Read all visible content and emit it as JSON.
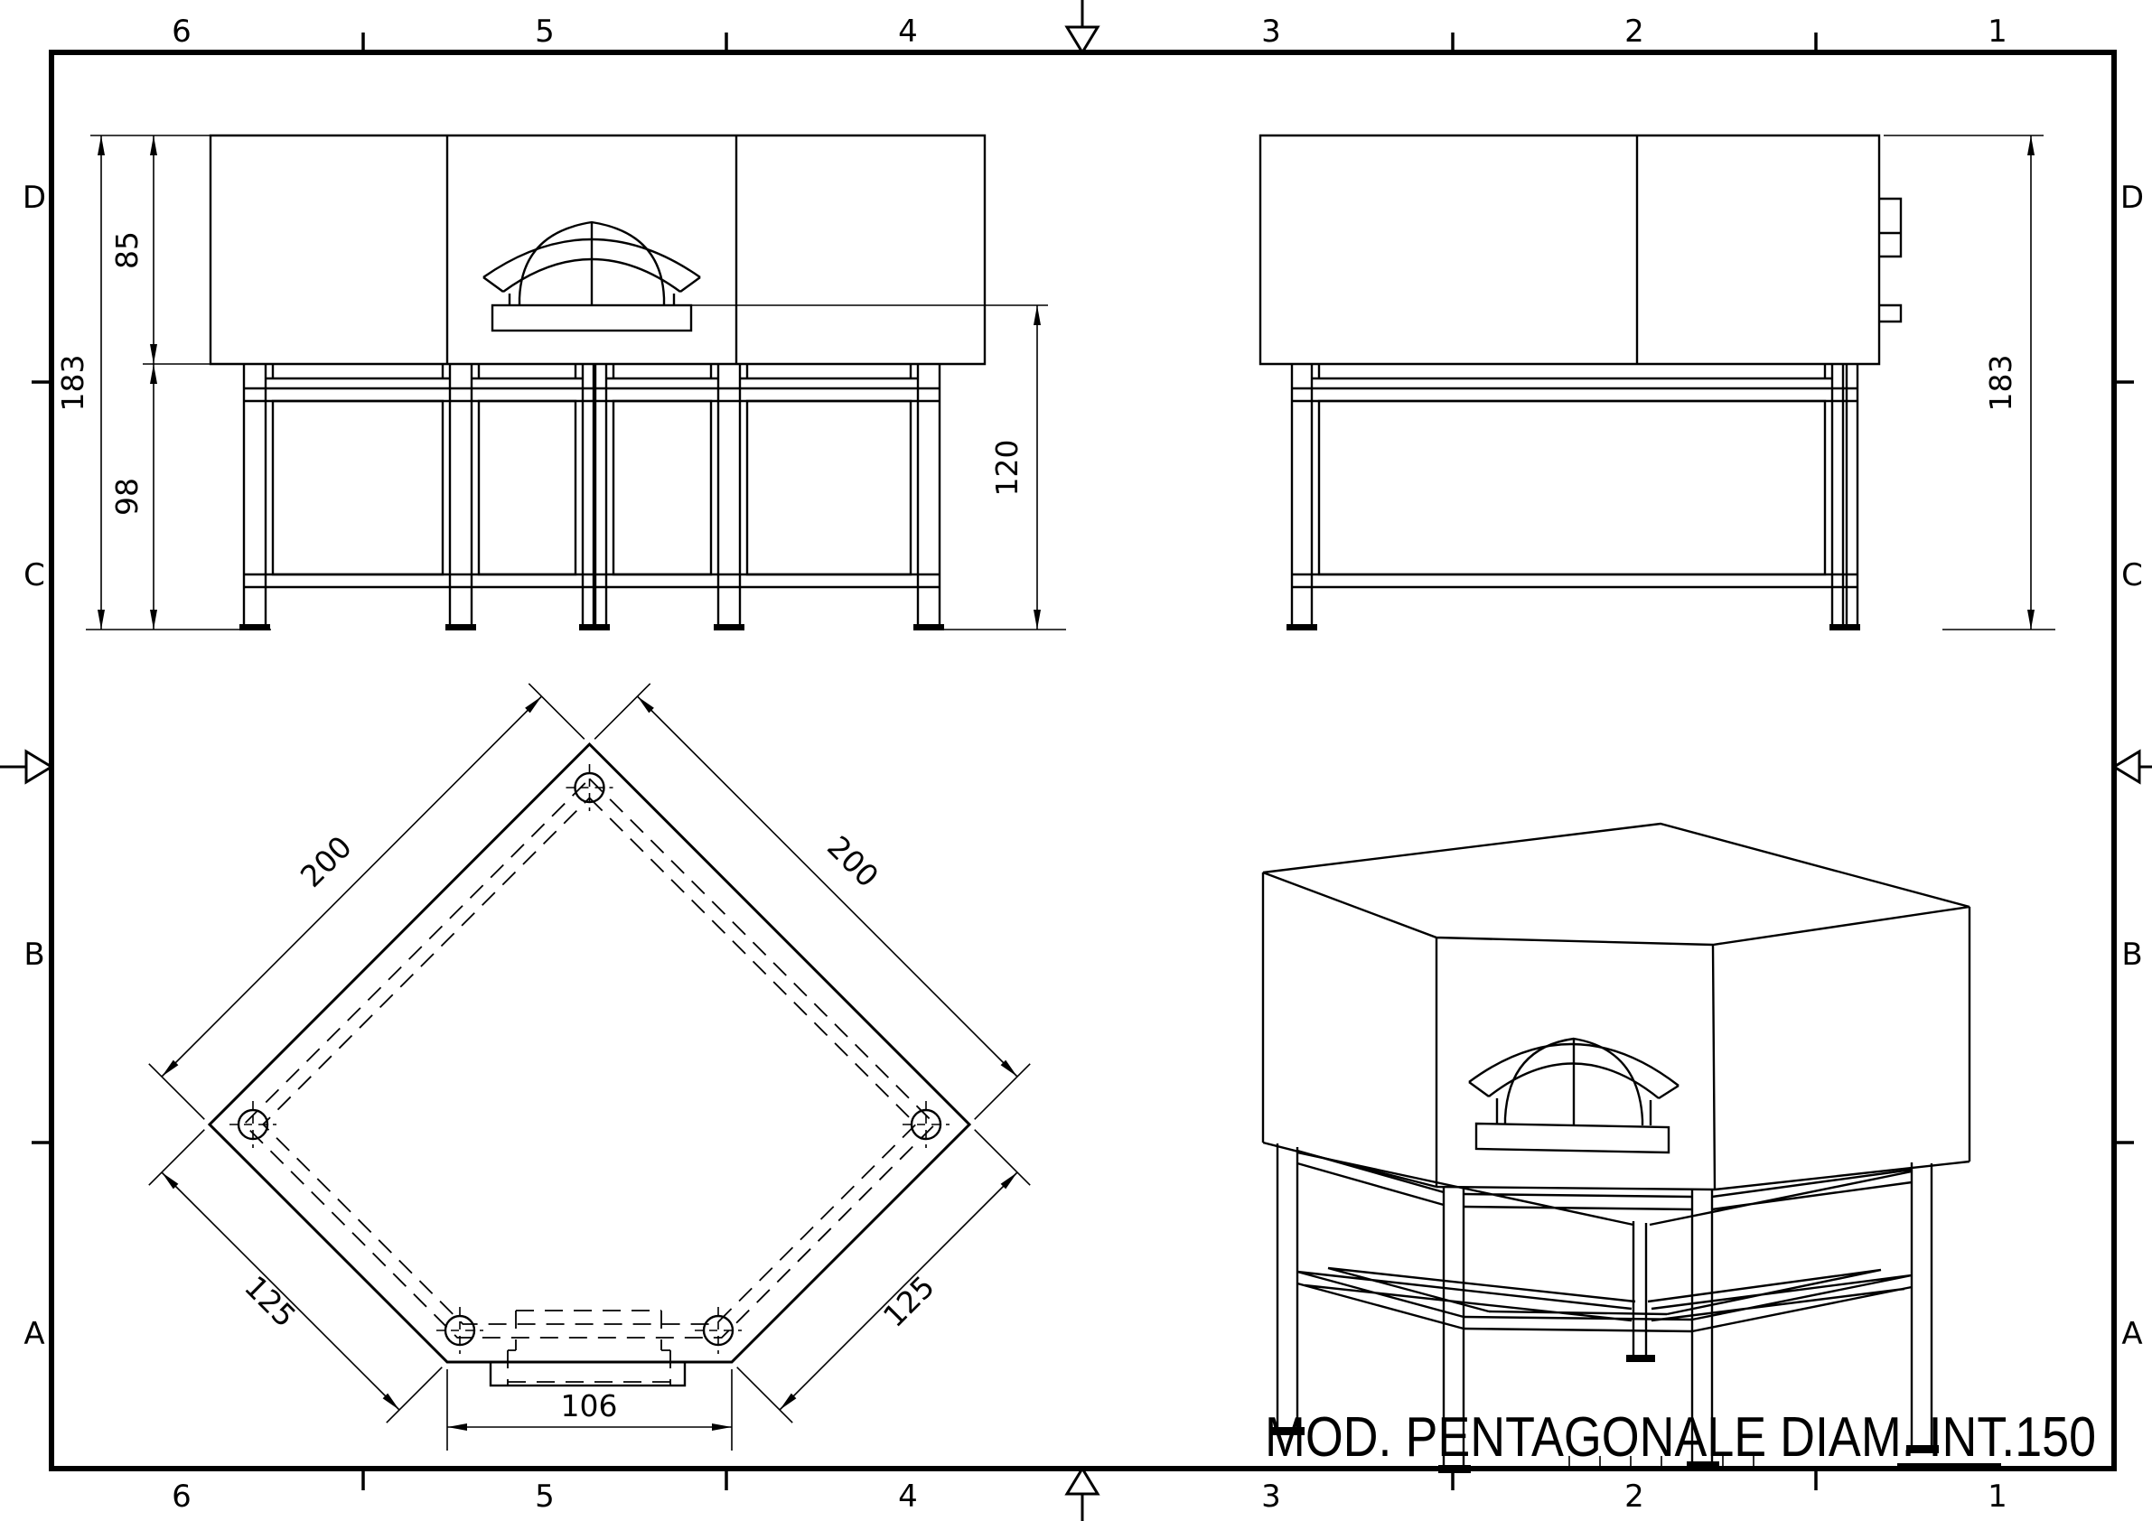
{
  "colors": {
    "ink": "#000000",
    "paper": "#ffffff"
  },
  "title": {
    "text": "MOD. PENTAGONALE DIAM. INT.150"
  },
  "frame": {
    "cols": [
      "6",
      "5",
      "4",
      "3",
      "2",
      "1"
    ],
    "rows": [
      "D",
      "C",
      "B",
      "A"
    ]
  },
  "front_view": {
    "dims": {
      "body_height": "85",
      "total_height": "183",
      "stand_height": "98",
      "mouth_height": "120"
    }
  },
  "side_view": {
    "dims": {
      "total_height": "183"
    }
  },
  "plan_view": {
    "dims": {
      "side_left": "200",
      "side_right": "200",
      "front_left": "125",
      "front_right": "125",
      "mouth_width": "106"
    }
  }
}
